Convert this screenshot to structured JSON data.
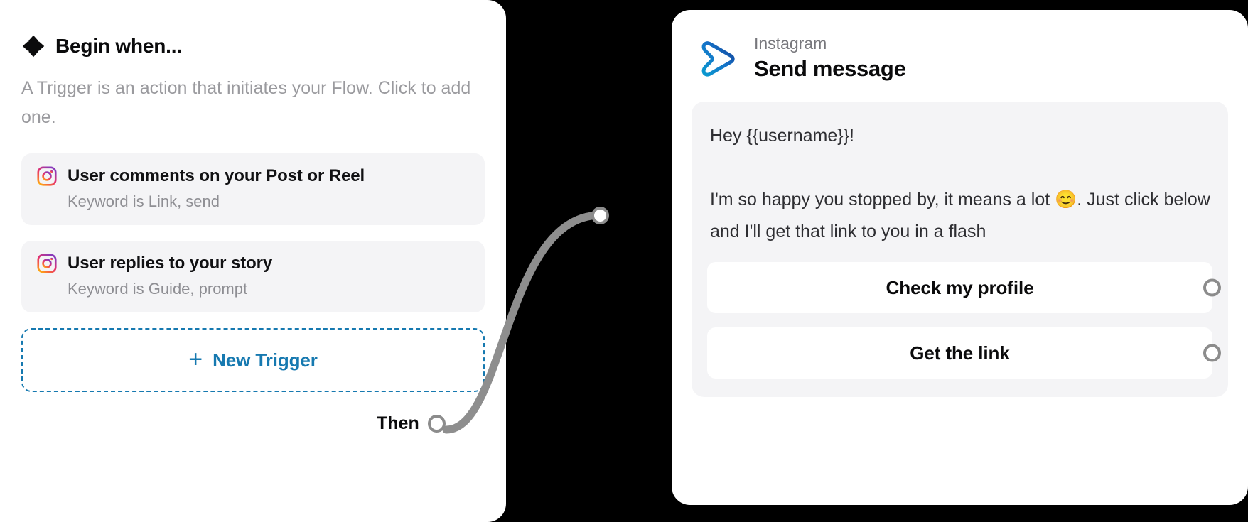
{
  "canvas": {
    "background_color": "#000000"
  },
  "trigger_panel": {
    "icon": "clover-icon",
    "title": "Begin when...",
    "description": "A Trigger is an action that initiates your Flow. Click to add one.",
    "triggers": [
      {
        "icon": "instagram-icon",
        "title": "User comments on your Post or Reel",
        "subtitle": "Keyword is Link, send"
      },
      {
        "icon": "instagram-icon",
        "title": "User replies to your story",
        "subtitle": "Keyword is Guide, prompt"
      }
    ],
    "new_trigger": {
      "plus": "+",
      "label": "New Trigger",
      "accent_color": "#1679b0"
    },
    "then_label": "Then"
  },
  "action_card": {
    "icon": "send-message-icon",
    "app": "Instagram",
    "title": "Send message",
    "message": {
      "line1": "Hey {{username}}!",
      "line2": "I'm so happy you stopped by, it means a lot 😊. Just click below and I'll get that link to you in a flash"
    },
    "quick_replies": [
      {
        "label": "Check my profile"
      },
      {
        "label": "Get the link"
      }
    ]
  },
  "colors": {
    "accent_blue": "#1679b0",
    "card_bg": "#ffffff",
    "bubble_bg": "#f4f4f6",
    "muted_text": "#9a9a9e",
    "port_stroke": "#8c8c8c",
    "connector": "#8e8e8e"
  }
}
